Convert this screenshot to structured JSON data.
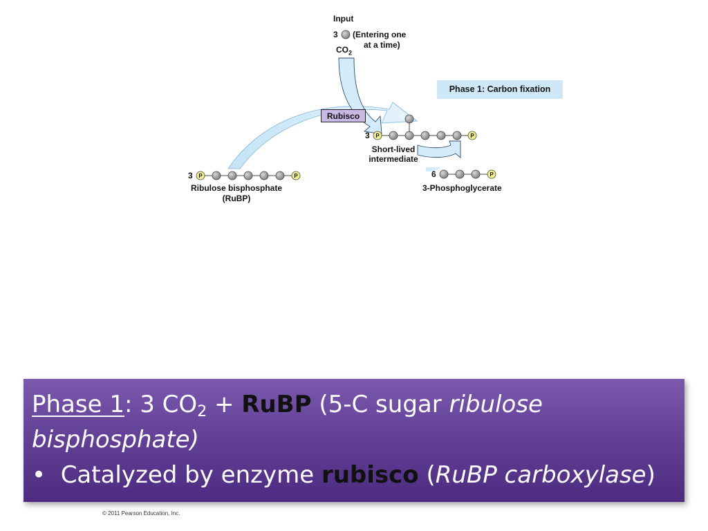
{
  "diagram": {
    "input_title": "Input",
    "input_count": "3",
    "input_note_line1": "(Entering one",
    "input_note_line2": "at a time)",
    "input_molecule": "CO",
    "input_molecule_sub": "2",
    "phase_box": "Phase 1: Carbon fixation",
    "enzyme_label": "Rubisco",
    "rubp_count": "3",
    "rubp_name": "Ribulose bisphosphate",
    "rubp_abbrev": "(RuBP)",
    "intermediate_count": "3",
    "intermediate_line1": "Short-lived",
    "intermediate_line2": "intermediate",
    "pga_count": "6",
    "pga_name": "3-Phosphoglycerate",
    "phosphate_symbol": "P",
    "colors": {
      "arrow_fill": "#d4ecf9",
      "carbon_ball": "#9a9a9a",
      "phosphate_ball": "#f3ef8f",
      "phase_box": "#cfe8f7",
      "rubisco_tag": "#c9b8e3"
    }
  },
  "text_box": {
    "line1_phase": "Phase 1",
    "line1_colon": ": 3 CO",
    "line1_sub": "2",
    "line1_plus": " + ",
    "line1_rubp": "RuBP",
    "line1_paren": " (5-C sugar ",
    "line1_italic": "ribulose bisphosphate)",
    "bullet_symbol": "•",
    "bullet_text": "Catalyzed by enzyme ",
    "bullet_bold": "rubisco",
    "bullet_open": " (",
    "bullet_italic": "RuBP carboxylase",
    "bullet_close": ")",
    "background_gradient": [
      "#7a58ad",
      "#4d2b80"
    ]
  },
  "credit": "© 2011 Pearson Education, Inc."
}
